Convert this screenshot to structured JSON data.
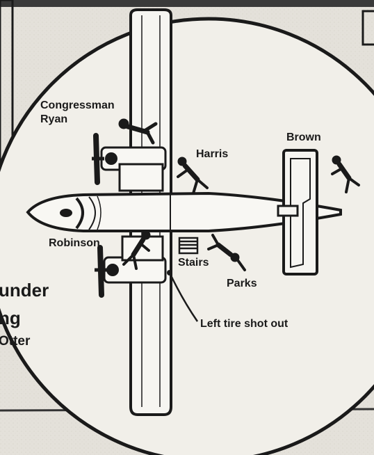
{
  "labels": {
    "congressman": "Congressman",
    "ryan": "Ryan",
    "harris": "Harris",
    "brown": "Brown",
    "robinson": "Robinson",
    "stairs": "Stairs",
    "parks": "Parks",
    "left_tire": "Left tire shot out",
    "caption_line1": "under",
    "caption_line2": "ng",
    "caption_line3": "Otter"
  },
  "colors": {
    "paper": "#dedbd4",
    "ink": "#1a1a1a",
    "circle_fill": "#f2f0ea"
  },
  "icons": [
    "person-figure-icon",
    "propeller-icon",
    "stairs-icon"
  ]
}
